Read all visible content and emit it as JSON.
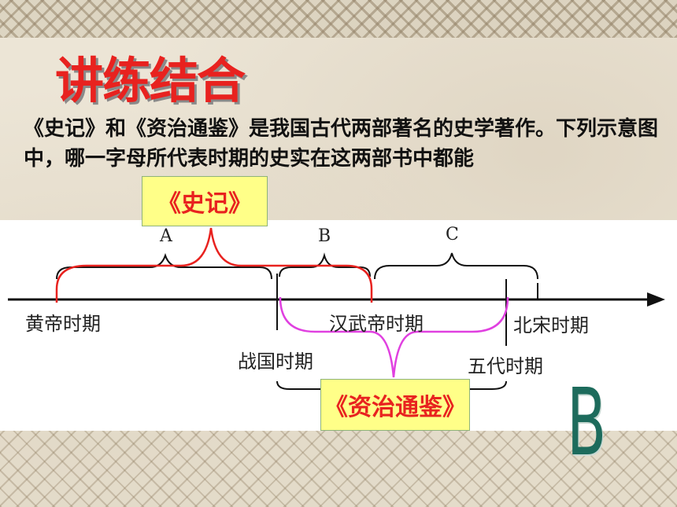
{
  "title": "讲练结合",
  "question": "《史记》和《资治通鉴》是我国古代两部著名的史学著作。下列示意图中，哪一字母所代表时期的史实在这两部书中都能",
  "labels": {
    "A": "A",
    "B": "B",
    "C": "C",
    "huangdi": "黄帝时期",
    "hanwudi": "汉武帝时期",
    "beisong": "北宋时期",
    "zhanguo": "战国时期",
    "wudai": "五代时期"
  },
  "books": {
    "shiji": "《史记》",
    "zizhi": "《资治通鉴》"
  },
  "answer": "B",
  "colors": {
    "title": "#e8221f",
    "shiji_bracket": "#e8221f",
    "zizhi_bracket": "#e040e0",
    "badge_bg": "#ffff88",
    "answer": "#1d6b5c"
  }
}
